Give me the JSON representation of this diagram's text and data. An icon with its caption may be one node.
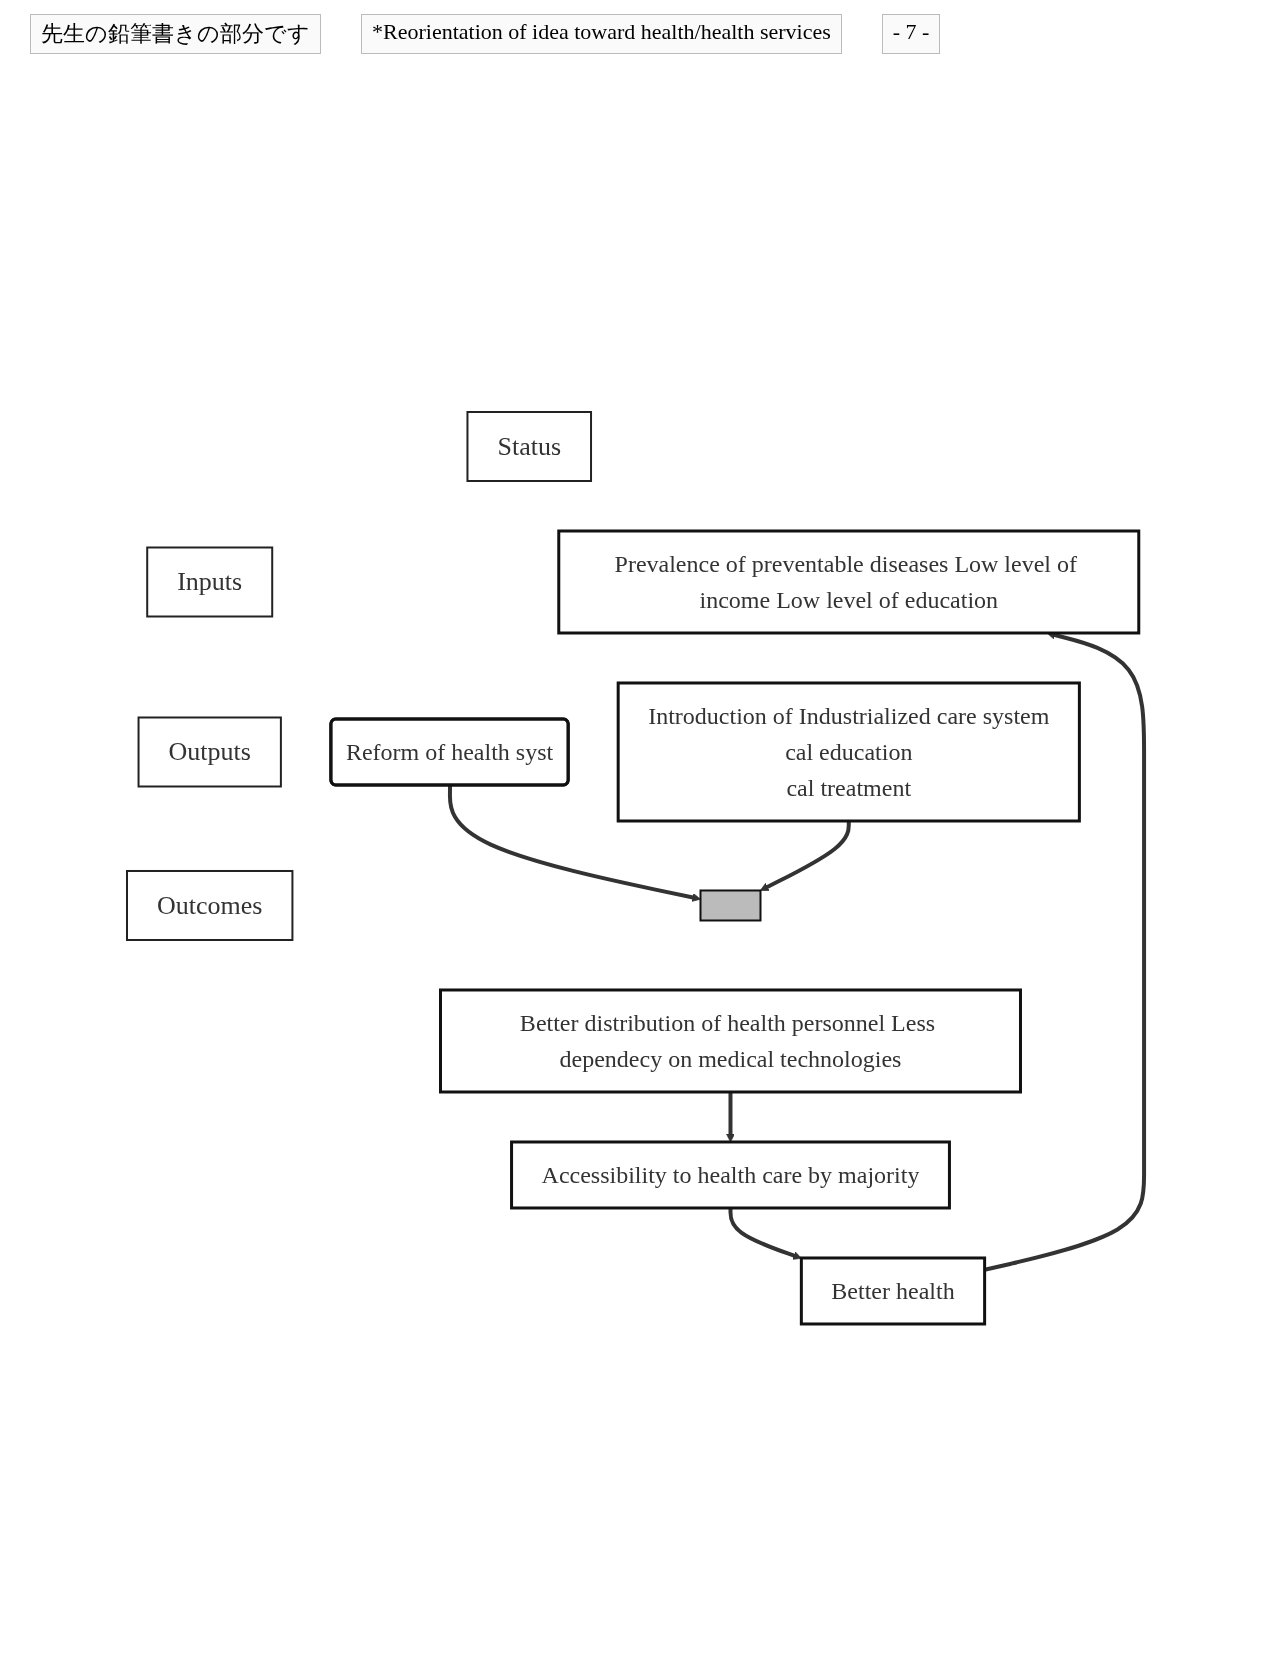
{
  "diagram": {
    "nodes": [
      {
        "text": [
          "Status"
        ]
      },
      {
        "text": [
          "Prevalence of preventable diseases Low level of income Low level of education"
        ]
      },
      {
        "text": [],
        "shape": "bar"
      },
      {
        "text": [
          "Inputs"
        ]
      },
      {
        "text": [
          "Reform of health syst"
        ]
      },
      {
        "text": [
          "Introduction of Industrialized care system",
          "cal education",
          "cal treatment"
        ]
      },
      {
        "text": [
          "Outputs"
        ]
      },
      {
        "text": [
          "Better distribution of health personnel Less dependecy on medical technologies"
        ]
      },
      {
        "text": [
          "Outcomes"
        ]
      },
      {
        "text": [
          "Accessibility to health care by majority"
        ]
      },
      {
        "text": [
          "Better health"
        ]
      }
    ],
    "edges": [
      {
        "from": 10,
        "to": 1,
        "arrow": "to"
      },
      {
        "from": 4,
        "to": 2,
        "arrow": "to"
      },
      {
        "from": 5,
        "to": 2,
        "arrow": "to"
      },
      {
        "from": 7,
        "to": 9,
        "arrow": "to"
      },
      {
        "from": 9,
        "to": 10,
        "arrow": "to"
      }
    ],
    "labels": [
      "先生の鉛筆書きの部分です",
      "*Reorientation of idea toward health/health services",
      "- 7 -"
    ]
  }
}
